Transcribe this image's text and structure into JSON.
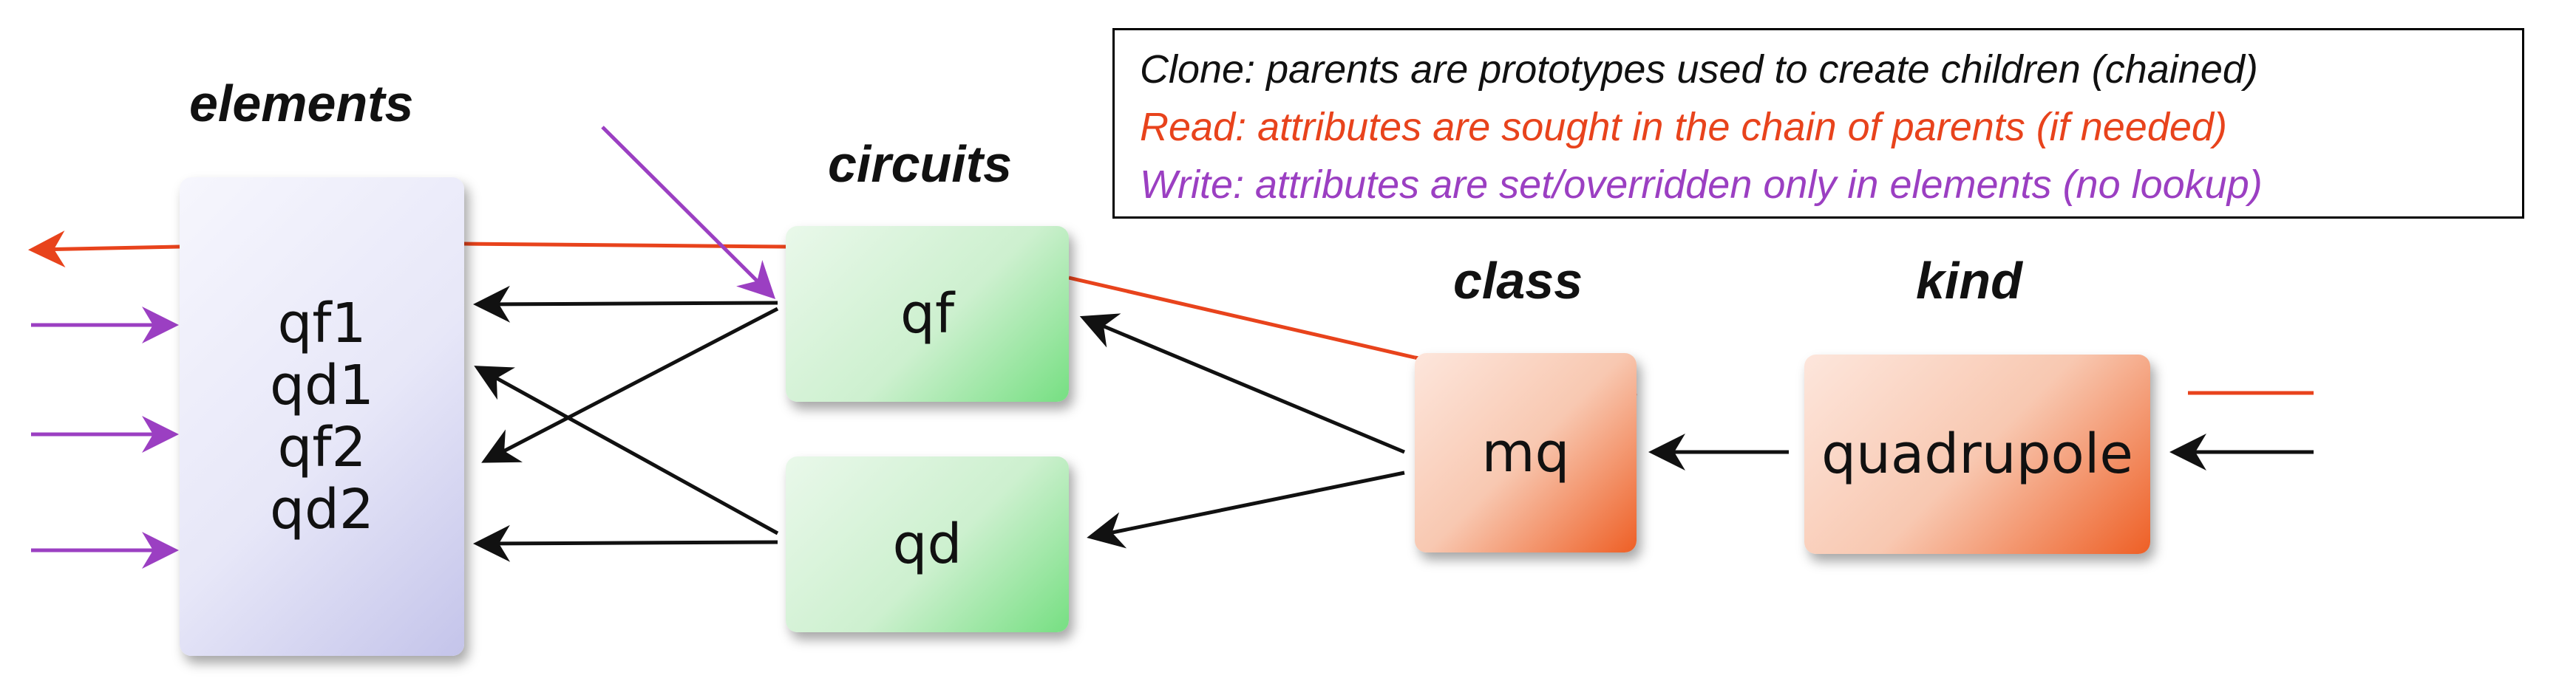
{
  "headings": {
    "elements": "elements",
    "circuits": "circuits",
    "class": "class",
    "kind": "kind"
  },
  "nodes": {
    "elements": [
      "qf1",
      "qd1",
      "qf2",
      "qd2"
    ],
    "qf": "qf",
    "qd": "qd",
    "mq": "mq",
    "quadrupole": "quadrupole"
  },
  "legend": {
    "clone": "Clone: parents are prototypes used to create children (chained)",
    "read": "Read: attributes are sought in the chain of parents (if needed)",
    "write": "Write: attributes are set/overridden only in elements (no lookup)"
  },
  "colors": {
    "clone": "#111111",
    "read": "#e8431c",
    "write": "#9b3fc2",
    "elements_fill": "#e3e3f6",
    "circuits_fill": "#d2f2d4",
    "class_fill": "#f7c4ac"
  }
}
